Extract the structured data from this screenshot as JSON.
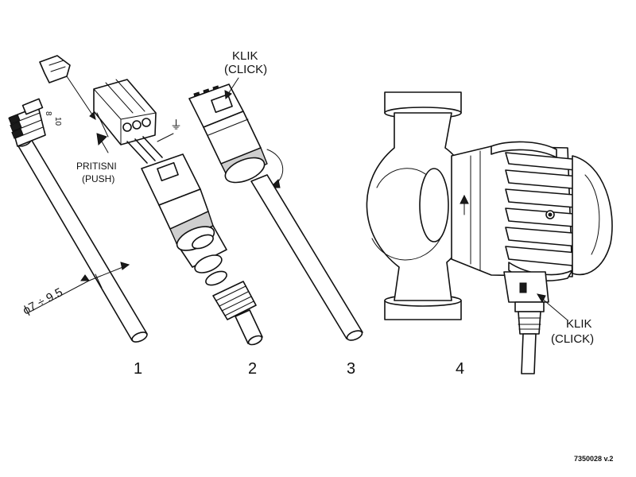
{
  "steps": [
    {
      "number": "1"
    },
    {
      "number": "2"
    },
    {
      "number": "3"
    },
    {
      "number": "4"
    }
  ],
  "callouts": {
    "click_top_line1": "KLIK",
    "click_top_line2": "(CLICK)",
    "click_pump_line1": "KLIK",
    "click_pump_line2": "(CLICK)",
    "push_line1": "PRITISNI",
    "push_line2": "(PUSH)"
  },
  "dimensions": {
    "cable_diameter": "ϕ7 ÷ 9.5",
    "strip_length_1": "8",
    "strip_length_2": "10"
  },
  "ground_symbol": "⏚",
  "drawing_code": "7350028 v.2"
}
